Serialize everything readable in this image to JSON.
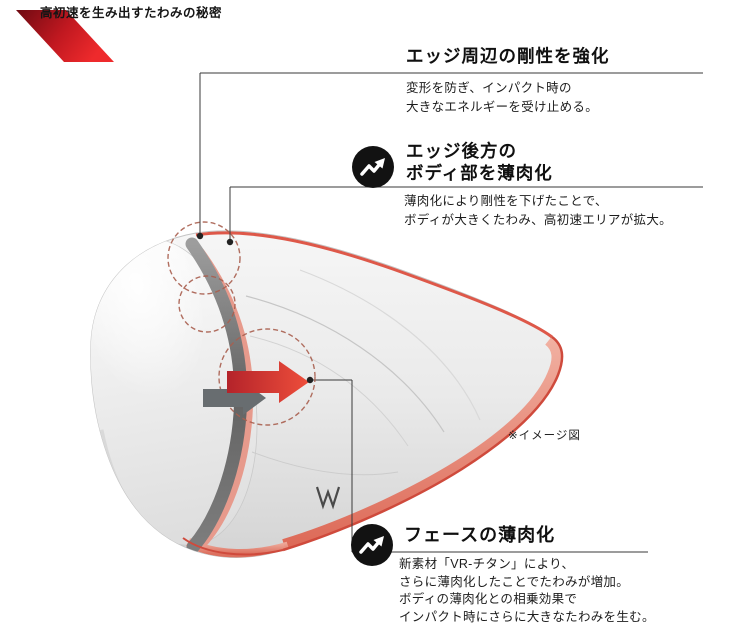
{
  "page": {
    "title": "高初速を生み出すたわみの秘密",
    "note": "※イメージ図"
  },
  "colors": {
    "banner_dark_red": "#7a0c14",
    "banner_red": "#e8232b",
    "accent_red": "#d9463a",
    "salmon_band": "#e79a8c",
    "arrow_red": "#d8342e",
    "arrow_gray": "#686d70"
  },
  "icons": {
    "callout2_icon": "flex-zigzag-arrow-icon",
    "callout3_icon": "flex-zigzag-arrow-icon"
  },
  "callouts": {
    "edge_rigidity": {
      "heading": "エッジ周辺の剛性を強化",
      "lines": [
        "変形を防ぎ、インパクト時の",
        "大きなエネルギーを受け止める。"
      ]
    },
    "rear_body_thinning": {
      "heading_line1": "エッジ後方の",
      "heading_line2": "ボディ部を薄肉化",
      "lines": [
        "薄肉化により剛性を下げたことで、",
        "ボディが大きくたわみ、高初速エリアが拡大。"
      ]
    },
    "face_thinning": {
      "heading": "フェースの薄肉化",
      "lines": [
        "新素材「VR-チタン」により、",
        "さらに薄肉化したことでたわみが増加。",
        "ボディの薄肉化との相乗効果で",
        "インパクト時にさらに大きなたわみを生む。"
      ]
    }
  }
}
